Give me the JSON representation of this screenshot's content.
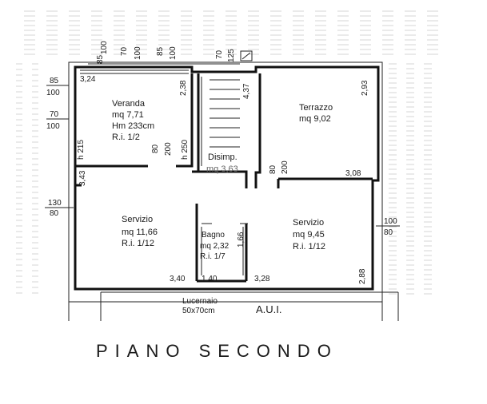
{
  "title": "PIANO SECONDO",
  "rooms": {
    "veranda": [
      "Veranda",
      "mq 7,71",
      "Hm 233cm",
      "R.i. 1/2"
    ],
    "terrazzo": [
      "Terrazzo",
      "mq 9,02"
    ],
    "disimpegno": [
      "Disimp.",
      "mq 3,63"
    ],
    "servizio_left": [
      "Servizio",
      "mq 11,66",
      "R.i. 1/12"
    ],
    "bagno": [
      "Bagno",
      "mq 2,32",
      "R.i. 1/7"
    ],
    "servizio_right": [
      "Servizio",
      "mq 9,45",
      "R.i. 1/12"
    ]
  },
  "lucernaio": [
    "Lucernaio",
    "50x70cm"
  ],
  "aui": "A.U.I.",
  "dims": {
    "d1": "3,24",
    "d2": "2,38",
    "d3": "4,37",
    "d4": "2,93",
    "d5": "3,08",
    "d6": "3,43",
    "d7": "3,40",
    "d8": "1,40",
    "d9": "3,28",
    "d10": "2,88",
    "d11": "1,66",
    "h215": "h 215",
    "h250": "h 250",
    "top_85": "85",
    "top_100a": "100",
    "top_70a": "70",
    "top_100b": "100",
    "top_85b": "85",
    "top_100c": "100",
    "top_70b": "70",
    "top_125": "125",
    "l_85": "85",
    "l_100a": "100",
    "l_70": "70",
    "l_100b": "100",
    "l_130": "130",
    "l_80": "80",
    "r_100": "100",
    "r_80": "80",
    "v_80": "80",
    "v_200": "200",
    "d_80": "80",
    "d_200": "200"
  }
}
